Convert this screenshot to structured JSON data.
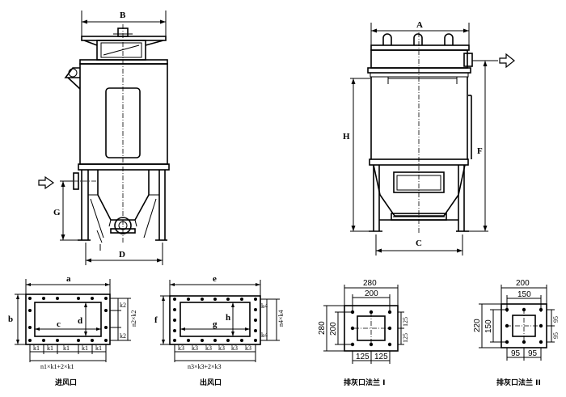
{
  "front_view": {
    "B": "B",
    "G": "G",
    "D": "D"
  },
  "side_view": {
    "A": "A",
    "H": "H",
    "F": "F",
    "C": "C"
  },
  "inlet_flange": {
    "a": "a",
    "b": "b",
    "c": "c",
    "d": "d",
    "k2": "k2",
    "k2b": "k2",
    "k1s": [
      "k1",
      "k1",
      "k1",
      "k1",
      "k1"
    ],
    "n2k2": "n2×k2",
    "bottom_formula": "n1×k1+2×k1",
    "caption": "进风口"
  },
  "outlet_flange": {
    "e": "e",
    "f": "f",
    "g": "g",
    "h": "h",
    "k4": "k4",
    "k4b": "k4",
    "k3s": [
      "k3",
      "k3",
      "k3",
      "k3",
      "k3",
      "k3"
    ],
    "n4k4": "n4×k4",
    "bottom_formula": "n3×k3+2×k3",
    "caption": "出风口"
  },
  "ash_flange_1": {
    "w_outer": "280",
    "w_inner": "200",
    "h_outer": "280",
    "h_inner": "200",
    "side_a": "125",
    "side_b": "125",
    "bot_a": "125",
    "bot_b": "125",
    "caption": "排灰口法兰 I"
  },
  "ash_flange_2": {
    "w_outer": "200",
    "w_inner": "150",
    "h_outer": "220",
    "h_inner": "150",
    "side_a": "95",
    "side_b": "95",
    "bot_a": "95",
    "bot_b": "95",
    "caption": "排灰口法兰 II"
  }
}
